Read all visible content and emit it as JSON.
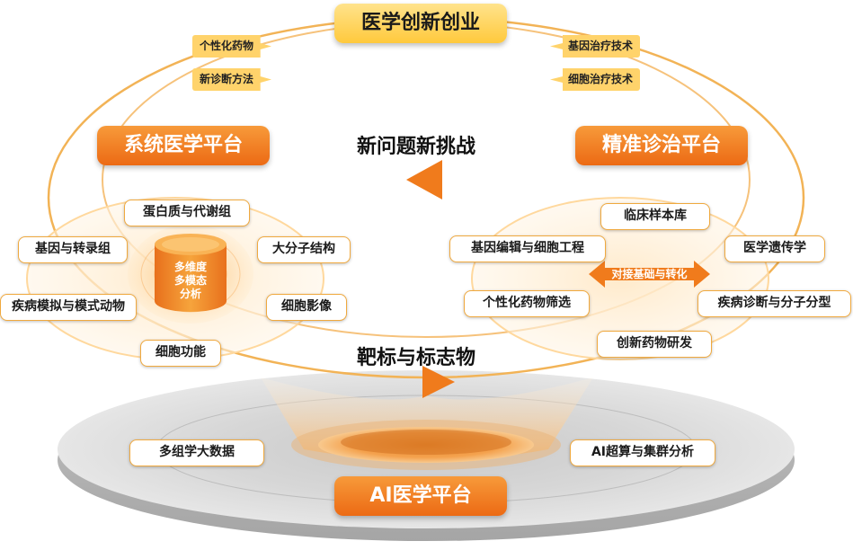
{
  "title": "医学创新创业",
  "top_left_tags": [
    "个性化药物",
    "新诊断方法"
  ],
  "top_right_tags": [
    "基因治疗技术",
    "细胞治疗技术"
  ],
  "platforms": {
    "systems": "系统医学平台",
    "precision": "精准诊治平台",
    "ai": "AI医学平台"
  },
  "headings": {
    "challenges": "新问题新挑战",
    "targets": "靶标与标志物"
  },
  "cylinder_text": [
    "多维度",
    "多模态",
    "分析"
  ],
  "left_ring_items": [
    "蛋白质与代谢组",
    "基因与转录组",
    "大分子结构",
    "疾病模拟与模式动物",
    "细胞影像",
    "细胞功能"
  ],
  "right_ring_items": [
    "临床样本库",
    "基因编辑与细胞工程",
    "医学遗传学",
    "个性化药物筛选",
    "疾病诊断与分子分型",
    "创新药物研发"
  ],
  "docking_label": "对接基础与转化",
  "base_items": [
    "多组学大数据",
    "AI超算与集群分析"
  ],
  "colors": {
    "accent_orange": "#ee7a1f",
    "light_yellow": "#ffd36b",
    "pill_border": "#f0a93e"
  }
}
